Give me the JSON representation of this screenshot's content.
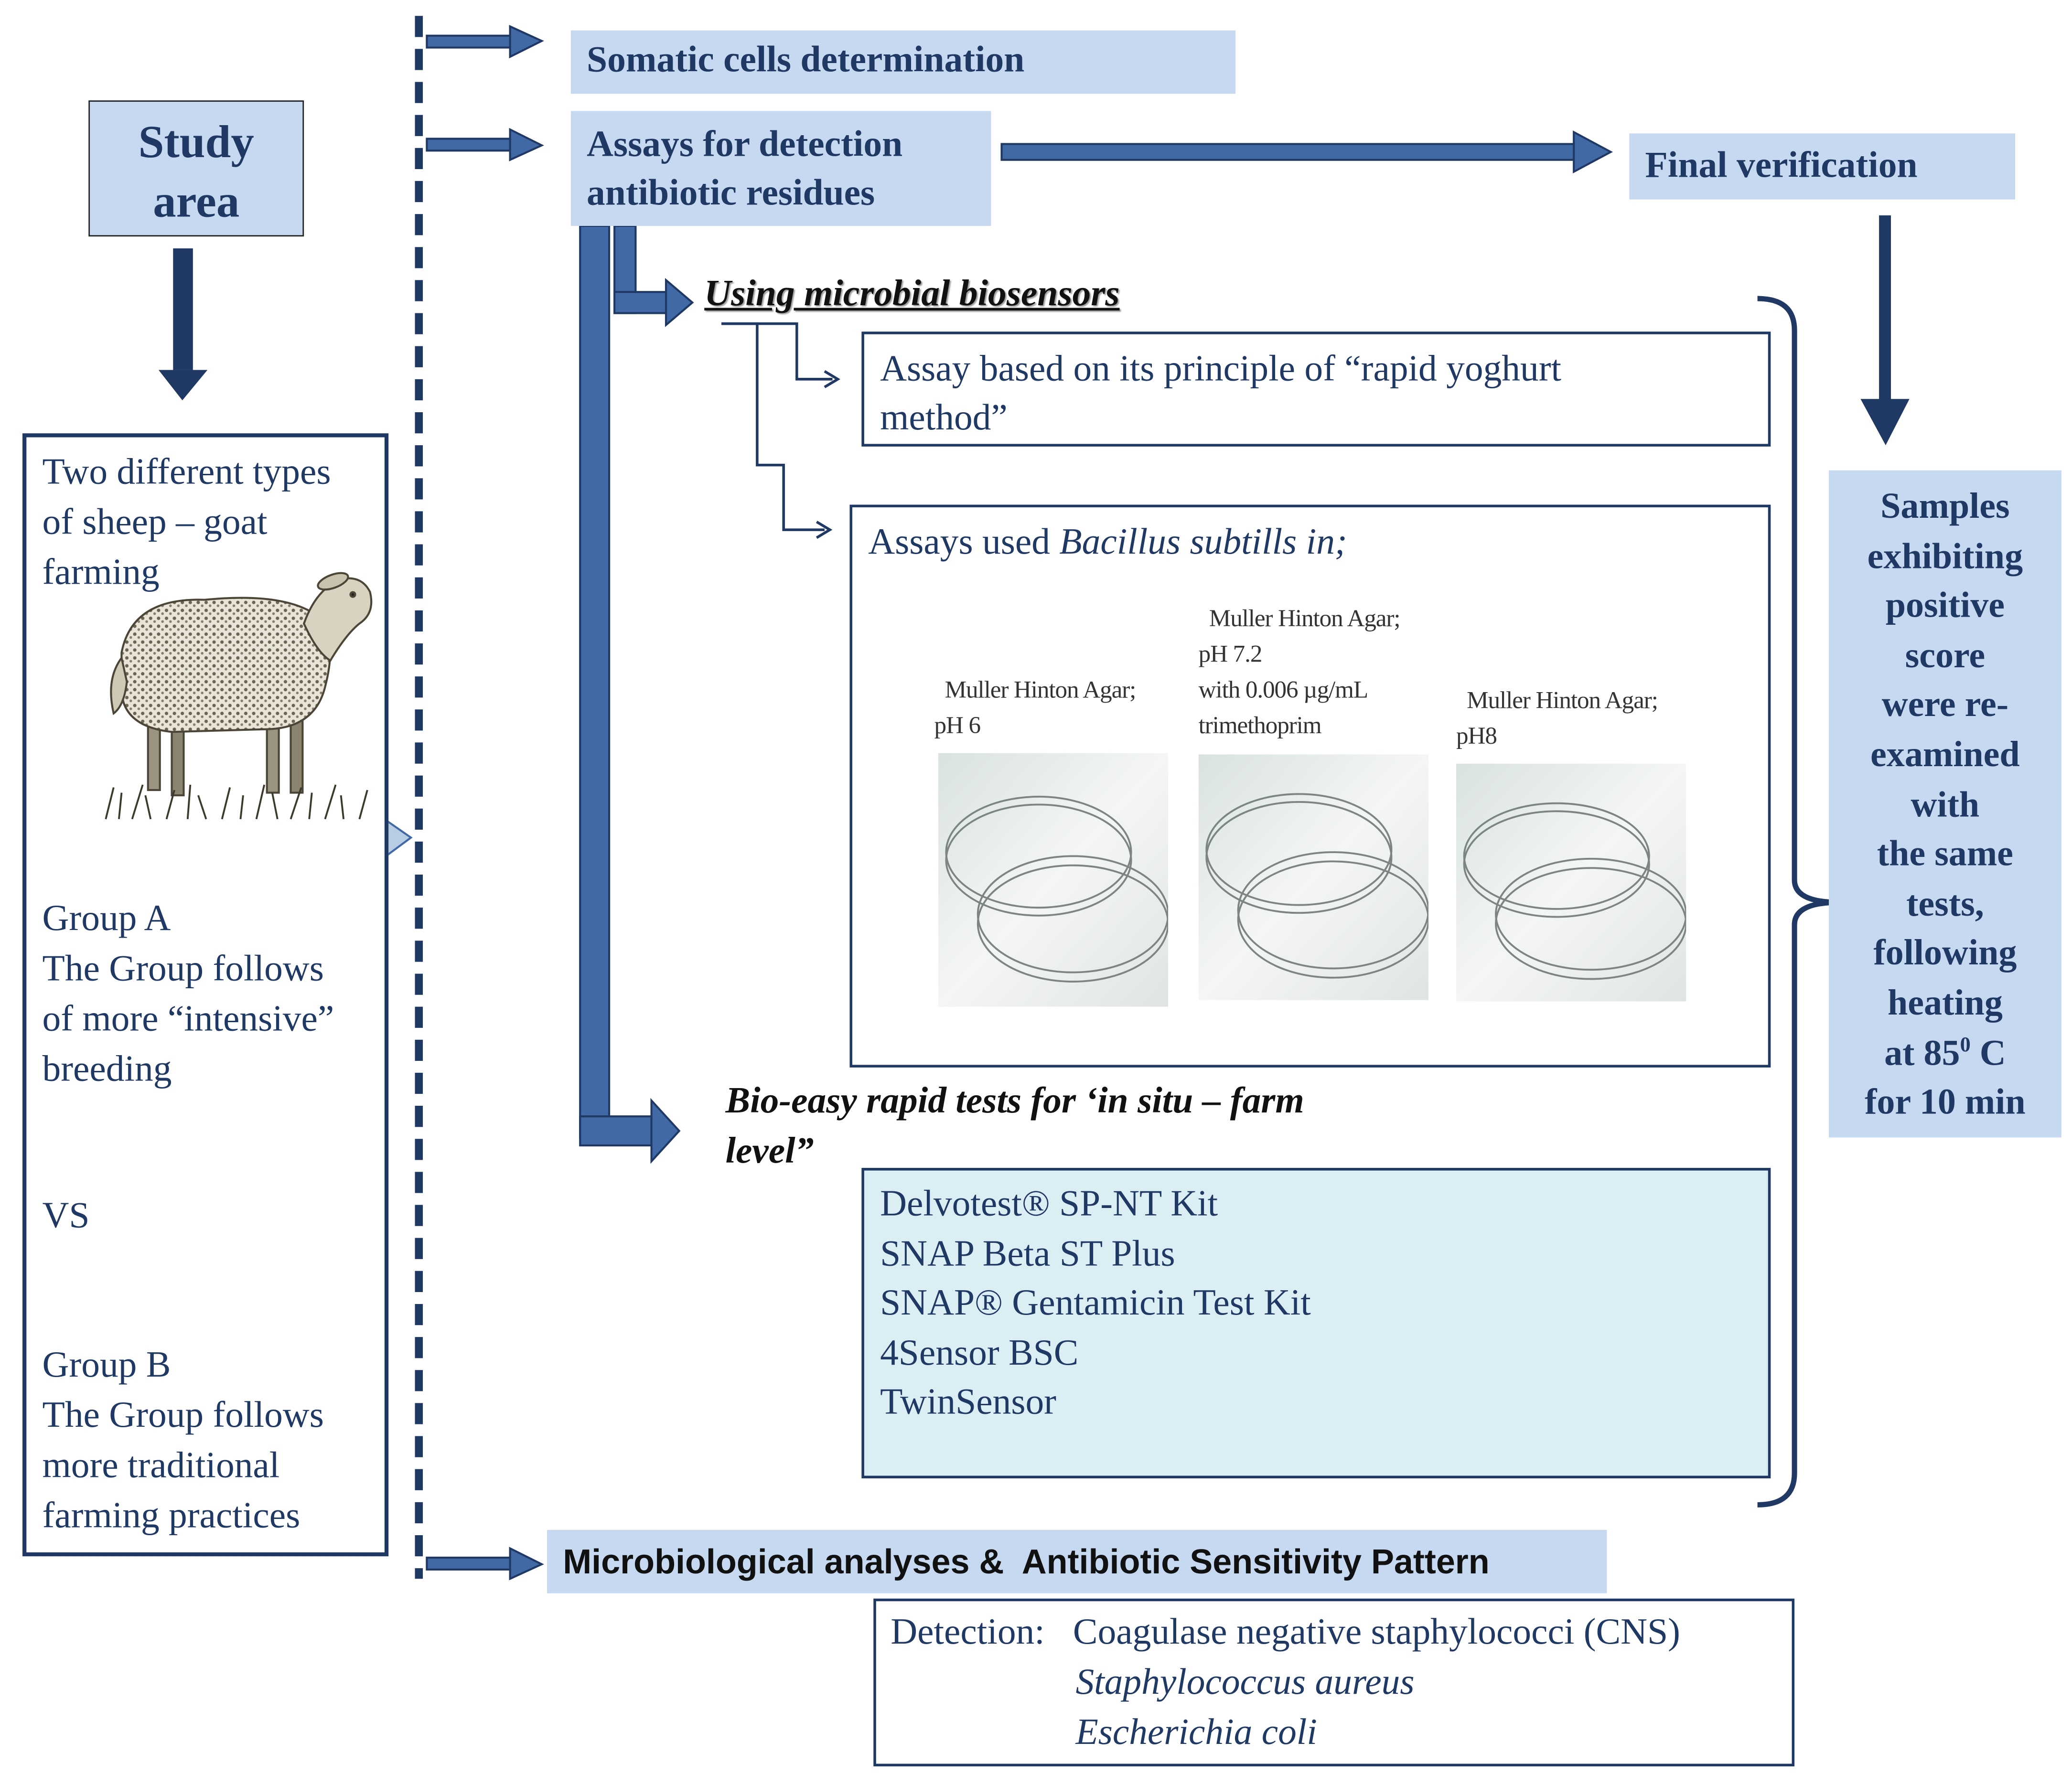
{
  "study_area": {
    "lines": [
      "Study",
      "area"
    ]
  },
  "farming_box": {
    "intro": [
      "Two different types",
      "of sheep – goat",
      "farming"
    ],
    "group_a": [
      "Group A",
      "The Group follows",
      "of more “intensive”",
      "breeding"
    ],
    "vs": "VS",
    "group_b": [
      "Group B",
      "The Group follows",
      "more traditional",
      "farming practices"
    ]
  },
  "somatic": "Somatic cells determination",
  "assays_header": [
    "Assays for detection",
    "antibiotic residues"
  ],
  "final_verification": "Final verification",
  "biosensors_title": "Using microbial biosensors",
  "yoghurt_box": [
    "Assay based on its principle of “rapid yoghurt",
    "method”"
  ],
  "bacillus": {
    "prefix": "Assays used ",
    "italic": "Bacillus subtills in;",
    "plate_labels": [
      [
        "Muller Hinton Agar;",
        "pH  6"
      ],
      [
        "Muller Hinton Agar;",
        "pH  7.2",
        "with 0.006 µg/mL",
        "trimethoprim"
      ],
      [
        "Muller Hinton Agar;",
        "pH8"
      ]
    ]
  },
  "bioeasy_title": [
    "Bio-easy rapid tests for ‘in situ – farm",
    "level”"
  ],
  "kits": [
    "Delvotest® SP-NT Kit",
    "SNAP Beta ST Plus",
    "SNAP® Gentamicin Test Kit",
    "4Sensor BSC",
    "TwinSensor"
  ],
  "samples_box": {
    "lines": [
      "Samples",
      "exhibiting",
      "positive",
      "score",
      "were re-",
      "examined",
      "with",
      "the same",
      "tests,",
      "following",
      "heating"
    ],
    "heat_prefix": "at 85",
    "heat_sup": "0",
    "heat_suffix": " C",
    "last": "for 10 min"
  },
  "micro_header": "Microbiological analyses &  Antibiotic Sensitivity Pattern",
  "detection": {
    "label": "Detection:",
    "items": [
      "Coagulase negative staphylococci (CNS)",
      "Staphylococcus aureus",
      "Escherichia coli"
    ]
  },
  "colors": {
    "navy": "#1f3864",
    "arrow_blue": "#4169a5",
    "header_fill": "#c6d9f1",
    "kit_fill": "#dbeef4"
  }
}
